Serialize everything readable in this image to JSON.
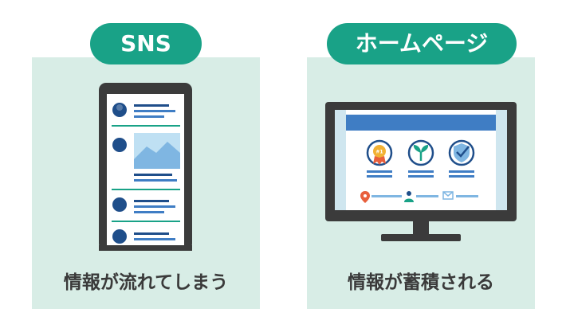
{
  "colors": {
    "accent_green": "#19a287",
    "panel_bg": "#d8ede6",
    "device_dark": "#3b3b3b",
    "blue": "#3f7dc4",
    "dark_blue": "#1f4e8a",
    "light_blue": "#7fb6e2",
    "caption_text": "#3a3a3a"
  },
  "sns": {
    "title": "SNS",
    "caption": "情報が流れてしまう"
  },
  "homepage": {
    "title": "ホームページ",
    "caption": "情報が蓄積される",
    "badge_text": "#1"
  }
}
